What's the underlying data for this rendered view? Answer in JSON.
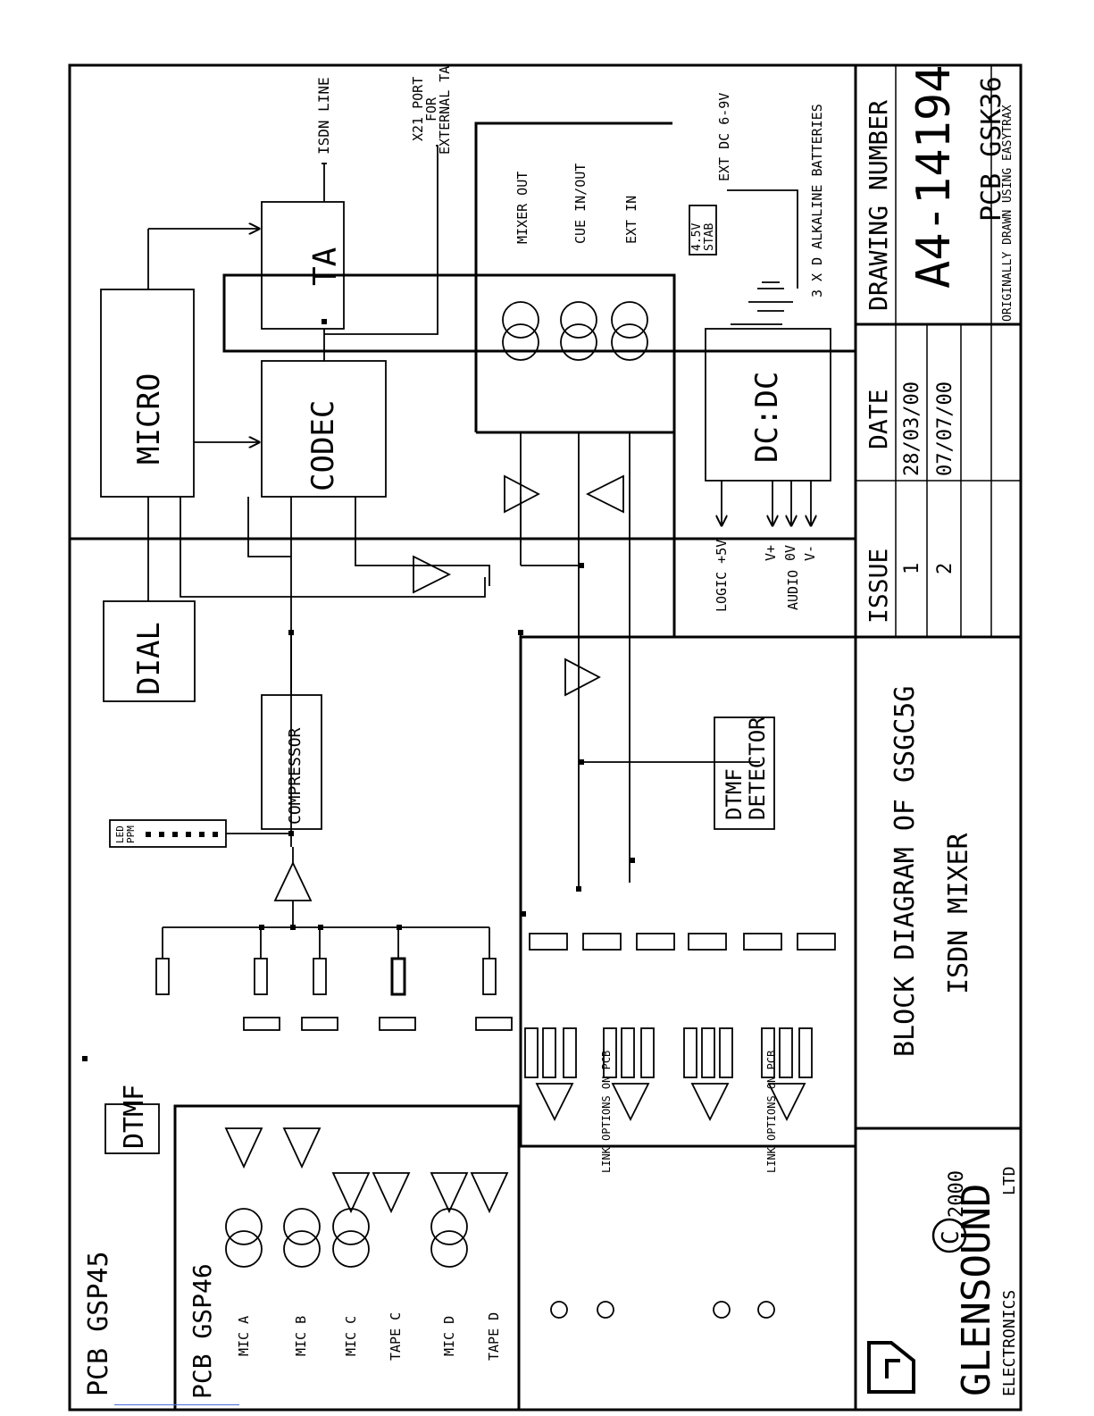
{
  "pcb": {
    "gsk36": "PCB GSK36",
    "gsp45": "PCB GSP45",
    "gsp46": "PCB GSP46"
  },
  "blocks": {
    "ta": "TA",
    "micro": "MICRO",
    "codec": "CODEC",
    "dial": "DIAL",
    "compressor": "COMPRESSOR",
    "dtmf": "DTMF",
    "dtmf_detector": [
      "DTMF",
      "DETECTOR"
    ],
    "dcdc": "DC:DC",
    "led_ppm": [
      "LED",
      "PPM"
    ],
    "stab": [
      "4.5V",
      "STAB"
    ]
  },
  "lines": {
    "isdn_line": "ISDN LINE",
    "x21": [
      "X21 PORT",
      "FOR",
      "EXTERNAL TA"
    ]
  },
  "outputs": {
    "mixer_out": "MIXER OUT",
    "cue_in_out": "CUE IN/OUT",
    "ext_in": "EXT IN"
  },
  "power": {
    "ext_dc": "EXT DC 6-9V",
    "batteries": "3 X D ALKALINE BATTERIES",
    "logic": "LOGIC +5V",
    "audio": "AUDIO",
    "rails": [
      "V+",
      "0V",
      "V-"
    ]
  },
  "inputs": [
    "MIC A",
    "MIC B",
    "MIC C",
    "TAPE C",
    "MIC D",
    "TAPE D"
  ],
  "link_options": "LINK OPTIONS ON PCB",
  "title_block": {
    "drawing_number_label": "DRAWING NUMBER",
    "drawing_number": "A4-14194",
    "note": "ORIGINALLY DRAWN USING EASYTRAX",
    "issue_label": "ISSUE",
    "date_label": "DATE",
    "issues": [
      {
        "issue": "1",
        "date": "28/03/00"
      },
      {
        "issue": "2",
        "date": "07/07/00"
      }
    ],
    "title_line1": "BLOCK DIAGRAM OF GSGC5G",
    "title_line2": "ISDN MIXER",
    "copyright_symbol": "C",
    "year": "2000",
    "company": "GLENSOUND",
    "subcompany": "ELECTRONICS",
    "ltd": "LTD"
  }
}
